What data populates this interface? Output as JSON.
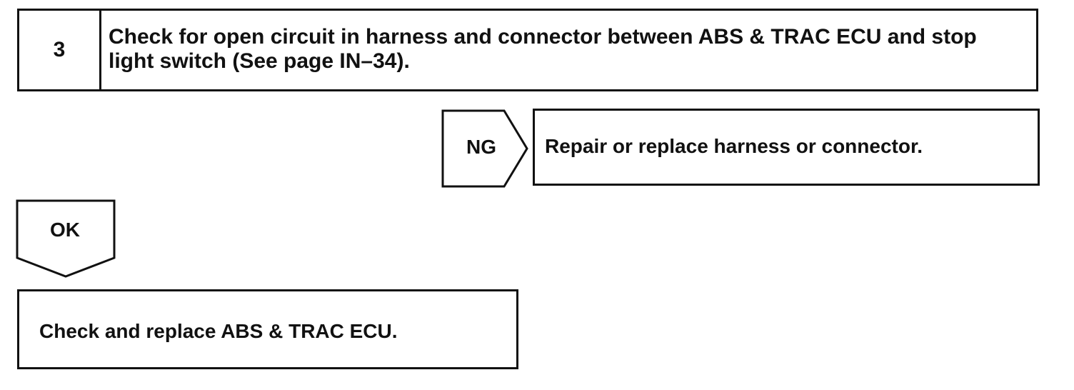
{
  "step": {
    "number": "3",
    "text": "Check for open circuit in harness and connector between ABS & TRAC ECU and stop light switch (See page IN–34)."
  },
  "ng_branch": {
    "label": "NG",
    "action": "Repair or replace harness or connector."
  },
  "ok_branch": {
    "label": "OK",
    "action": "Check and replace ABS & TRAC ECU."
  }
}
